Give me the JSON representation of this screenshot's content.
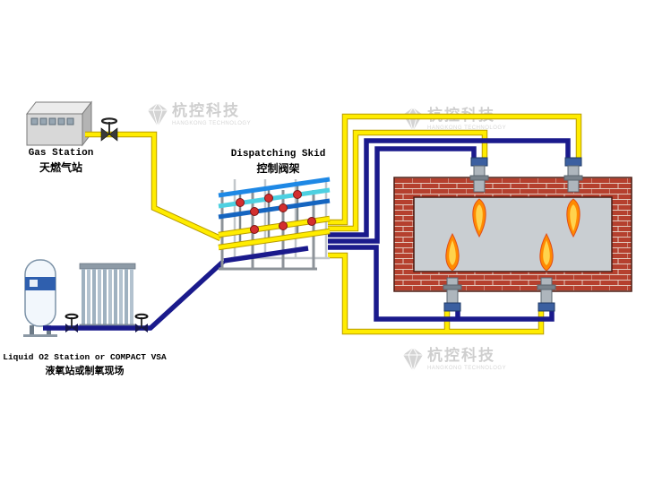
{
  "watermark": {
    "brand_zh": "杭控科技",
    "brand_en": "HANGKONG TECHNOLOGY"
  },
  "components": {
    "gas_station": {
      "label_en": "Gas Station",
      "label_zh": "天燃气站"
    },
    "dispatching_skid": {
      "label_en": "Dispatching Skid",
      "label_zh": "控制阀架"
    },
    "o2_station": {
      "label_en": "Liquid O2 Station or COMPACT VSA",
      "label_zh": "液氧站或制氧现场"
    },
    "furnace": {
      "burner_count": 4
    }
  },
  "colors": {
    "gas_pipe": "#ffec00",
    "oxygen_pipe": "#1a1a8c",
    "skid_pipe_blue": "#1e88e5",
    "skid_pipe_cyan": "#4dd0e1",
    "valve_handwheel_red": "#d32f2f",
    "brick": "#b5402e",
    "mortar": "#e3c9bd",
    "furnace_interior": "#c9ced2",
    "flame_outer": "#ff8a00",
    "flame_core": "#ffd34d",
    "watermark_gray": "#cfcfcf"
  }
}
